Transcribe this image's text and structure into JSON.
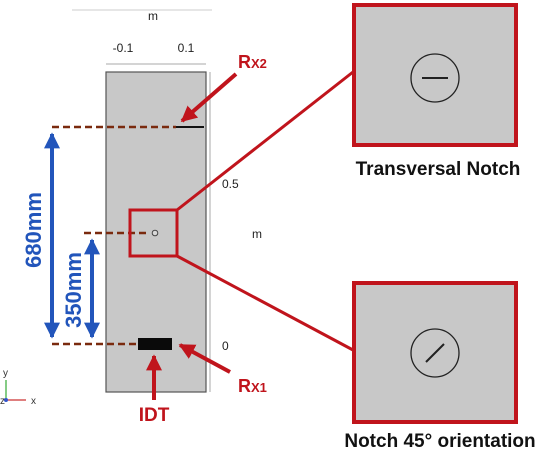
{
  "colors": {
    "red": "#c0141c",
    "blue": "#2255bb",
    "plate": "#c8c8c8",
    "plate_border": "#555555",
    "brown_dash": "#7a2a0e"
  },
  "axes": {
    "top_unit": "m",
    "top_ticks": [
      "-0.1",
      "0.1"
    ],
    "right_ticks": [
      "0.5",
      "0"
    ],
    "right_unit": "m",
    "triad_y": "y",
    "triad_z": "z",
    "triad_x": "x"
  },
  "labels": {
    "rx2_main": "R",
    "rx2_sub": "X2",
    "rx1_main": "R",
    "rx1_sub": "X1",
    "idt": "IDT",
    "dim_680": "680mm",
    "dim_350": "350mm"
  },
  "captions": {
    "top": "Transversal Notch",
    "bottom": "Notch 45° orientation"
  },
  "icons": {
    "transversal_notch": "circle-with-horizontal-line-icon",
    "notch_45": "circle-with-diagonal-line-icon"
  }
}
